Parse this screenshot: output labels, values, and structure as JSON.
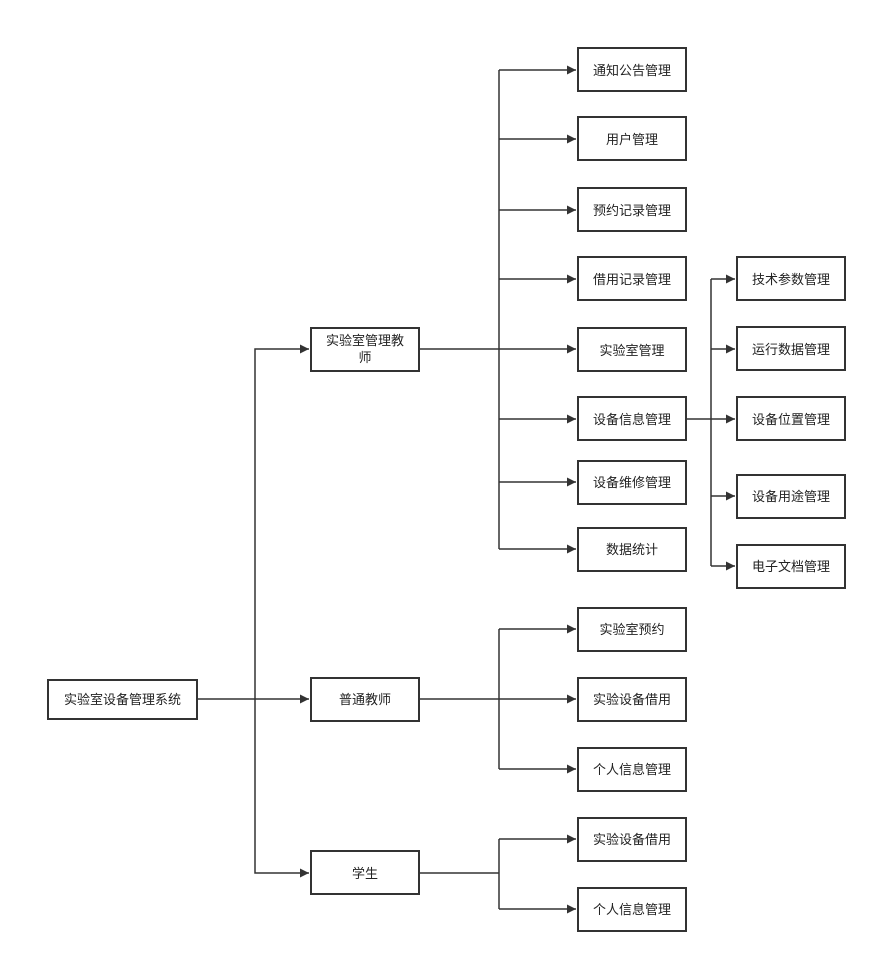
{
  "diagram": {
    "root": {
      "label": "实验室设备管理系统"
    },
    "roles": [
      {
        "label_lines": [
          "实验室管理教",
          "师"
        ],
        "functions": [
          "通知公告管理",
          "用户管理",
          "预约记录管理",
          "借用记录管理",
          "实验室管理",
          "设备信息管理",
          "设备维修管理",
          "数据统计"
        ],
        "sub_of": "设备信息管理",
        "subfunctions": [
          "技术参数管理",
          "运行数据管理",
          "设备位置管理",
          "设备用途管理",
          "电子文档管理"
        ]
      },
      {
        "label_lines": [
          "普通教师"
        ],
        "functions": [
          "实验室预约",
          "实验设备借用",
          "个人信息管理"
        ]
      },
      {
        "label_lines": [
          "学生"
        ],
        "functions": [
          "实验设备借用",
          "个人信息管理"
        ]
      }
    ]
  }
}
